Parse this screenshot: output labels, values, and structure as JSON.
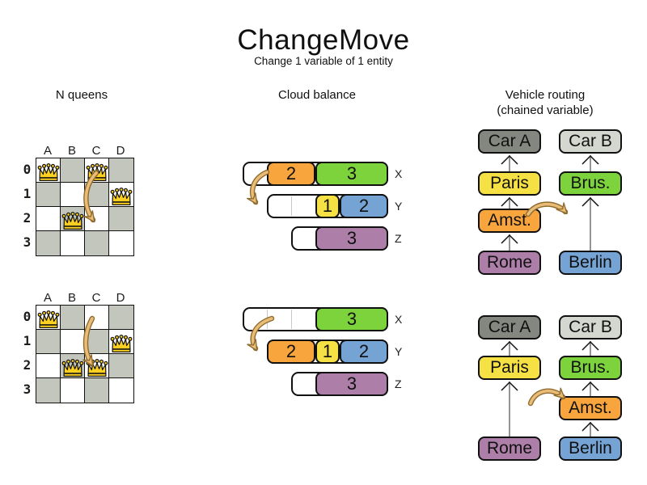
{
  "title": "ChangeMove",
  "subtitle": "Change 1 variable of 1 entity",
  "columns": [
    {
      "label": "N queens"
    },
    {
      "label": "Cloud balance"
    },
    {
      "label": "Vehicle routing",
      "sublabel": "(chained variable)"
    }
  ],
  "colors": {
    "board_dark": "#c2c6bc",
    "queen": "#fcd020",
    "orange": "#f9a53d",
    "green": "#7dd33c",
    "yellow": "#f6e144",
    "blue": "#75a3d3",
    "purple": "#ad7fa8",
    "carA": "#848680",
    "carB": "#d3d7cf",
    "arrow_fill": "#e9bd77",
    "arrow_outline": "#8f6b2e"
  },
  "nqueens": {
    "column_letters": [
      "A",
      "B",
      "C",
      "D"
    ],
    "row_numbers": [
      "0",
      "1",
      "2",
      "3"
    ],
    "before": {
      "queens": [
        {
          "col": 0,
          "row": 0
        },
        {
          "col": 2,
          "row": 0
        },
        {
          "col": 3,
          "row": 1
        },
        {
          "col": 1,
          "row": 2
        }
      ]
    },
    "after": {
      "queens": [
        {
          "col": 0,
          "row": 0
        },
        {
          "col": 3,
          "row": 1
        },
        {
          "col": 1,
          "row": 2
        },
        {
          "col": 2,
          "row": 2
        }
      ]
    }
  },
  "cloud": {
    "before": {
      "rows": [
        {
          "label": "X",
          "capacity": 6,
          "blocks": [
            {
              "value": "2",
              "color": "orange",
              "units": 2
            },
            {
              "value": "3",
              "color": "green",
              "units": 3
            }
          ]
        },
        {
          "label": "Y",
          "capacity": 5,
          "blocks": [
            {
              "value": "1",
              "color": "yellow",
              "units": 1
            },
            {
              "value": "2",
              "color": "blue",
              "units": 2
            }
          ]
        },
        {
          "label": "Z",
          "capacity": 4,
          "blocks": [
            {
              "value": "3",
              "color": "purple",
              "units": 3
            }
          ]
        }
      ]
    },
    "after": {
      "rows": [
        {
          "label": "X",
          "capacity": 6,
          "blocks": [
            {
              "value": "3",
              "color": "green",
              "units": 3
            }
          ]
        },
        {
          "label": "Y",
          "capacity": 5,
          "blocks": [
            {
              "value": "2",
              "color": "orange",
              "units": 2
            },
            {
              "value": "1",
              "color": "yellow",
              "units": 1
            },
            {
              "value": "2",
              "color": "blue",
              "units": 2
            }
          ]
        },
        {
          "label": "Z",
          "capacity": 4,
          "blocks": [
            {
              "value": "3",
              "color": "purple",
              "units": 3
            }
          ]
        }
      ]
    }
  },
  "routing": {
    "before": {
      "chains": [
        {
          "col": 0,
          "nodes": [
            {
              "label": "Car A",
              "color": "carA",
              "slot": 0
            },
            {
              "label": "Paris",
              "color": "yellow",
              "slot": 1
            },
            {
              "label": "Amst.",
              "color": "orange",
              "slot": 2
            },
            {
              "label": "Rome",
              "color": "purple",
              "slot": 3
            }
          ]
        },
        {
          "col": 1,
          "nodes": [
            {
              "label": "Car B",
              "color": "carB",
              "slot": 0
            },
            {
              "label": "Brus.",
              "color": "green",
              "slot": 1
            },
            {
              "label": "Berlin",
              "color": "blue",
              "slot": 3
            }
          ]
        }
      ]
    },
    "after": {
      "chains": [
        {
          "col": 0,
          "nodes": [
            {
              "label": "Car A",
              "color": "carA",
              "slot": 0
            },
            {
              "label": "Paris",
              "color": "yellow",
              "slot": 1
            },
            {
              "label": "Rome",
              "color": "purple",
              "slot": 3
            }
          ]
        },
        {
          "col": 1,
          "nodes": [
            {
              "label": "Car B",
              "color": "carB",
              "slot": 0
            },
            {
              "label": "Brus.",
              "color": "green",
              "slot": 1
            },
            {
              "label": "Amst.",
              "color": "orange",
              "slot": 2
            },
            {
              "label": "Berlin",
              "color": "blue",
              "slot": 3
            }
          ]
        }
      ]
    }
  }
}
